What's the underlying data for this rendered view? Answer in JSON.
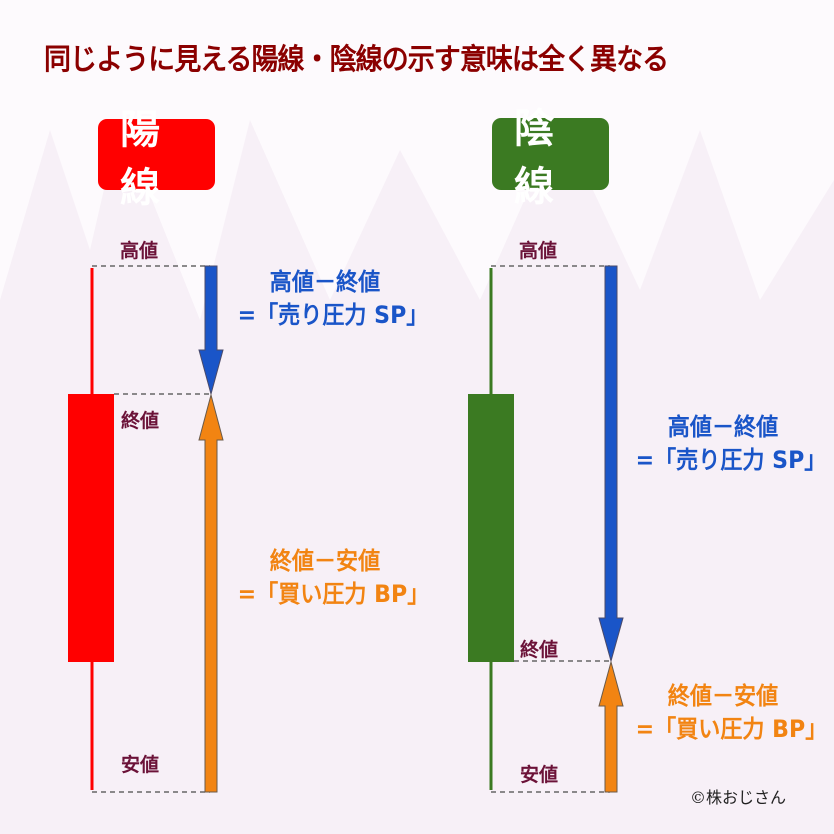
{
  "title": "同じように見える陽線・陰線の示す意味は全く異なる",
  "colors": {
    "title": "#8b0000",
    "bullish": "#ff0000",
    "bearish": "#3b7a22",
    "sell_arrow": "#1a55c8",
    "buy_arrow": "#f28412",
    "label": "#6b1238",
    "background": "#fdfafd"
  },
  "bullish": {
    "badge": "陽線",
    "labels": {
      "high": "高値",
      "close": "終値",
      "low": "安値"
    },
    "sell_pressure": {
      "formula": "高値－終値",
      "meaning": "=「売り圧力 SP」"
    },
    "buy_pressure": {
      "formula": "終値－安値",
      "meaning": "=「買い圧力 BP」"
    }
  },
  "bearish": {
    "badge": "陰線",
    "labels": {
      "high": "高値",
      "close": "終値",
      "low": "安値"
    },
    "sell_pressure": {
      "formula": "高値－終値",
      "meaning": "=「売り圧力 SP」"
    },
    "buy_pressure": {
      "formula": "終値－安値",
      "meaning": "=「買い圧力 BP」"
    }
  },
  "copyright": "©株おじさん"
}
